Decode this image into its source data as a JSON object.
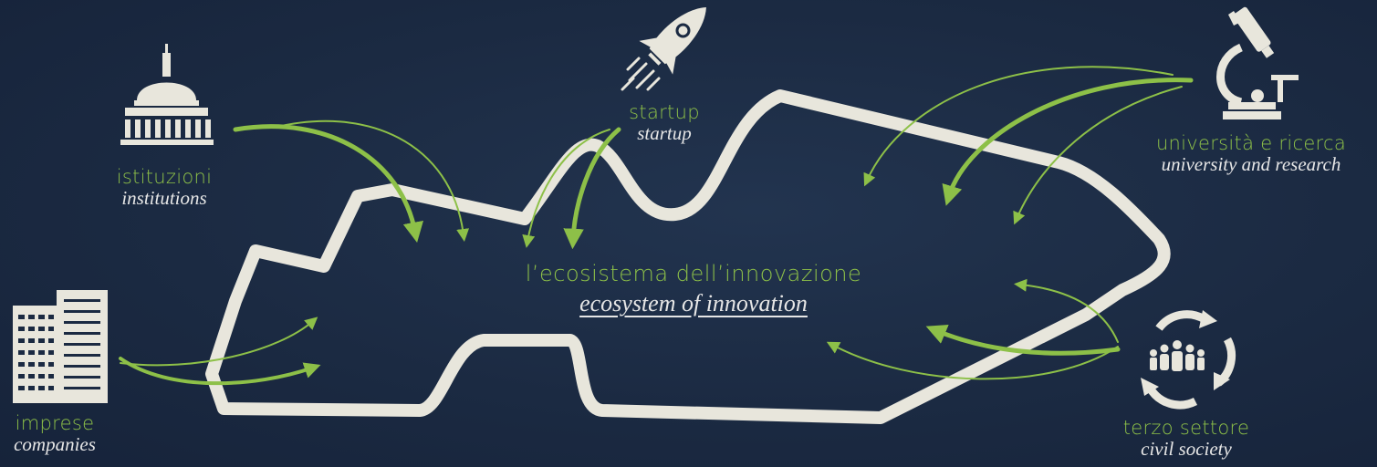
{
  "nodes": {
    "institutions": {
      "it": "istituzioni",
      "en": "institutions"
    },
    "companies": {
      "it": "imprese",
      "en": "companies"
    },
    "startup": {
      "it": "startup",
      "en": "startup"
    },
    "university": {
      "it": "università e ricerca",
      "en": "university and research"
    },
    "third_sector": {
      "it": "terzo settore",
      "en": "civil society"
    }
  },
  "center": {
    "it": "l’ecosistema dell’innovazione",
    "en": "ecosystem of innovation"
  },
  "colors": {
    "background": "#1b2a42",
    "accent": "#8dc048",
    "outline": "#e8e6dc",
    "text": "#e6e6e6"
  },
  "icons": {
    "institutions": "capitol-dome-icon",
    "companies": "office-buildings-icon",
    "startup": "rocket-icon",
    "university": "microscope-icon",
    "third_sector": "circular-arrows-people-icon"
  }
}
